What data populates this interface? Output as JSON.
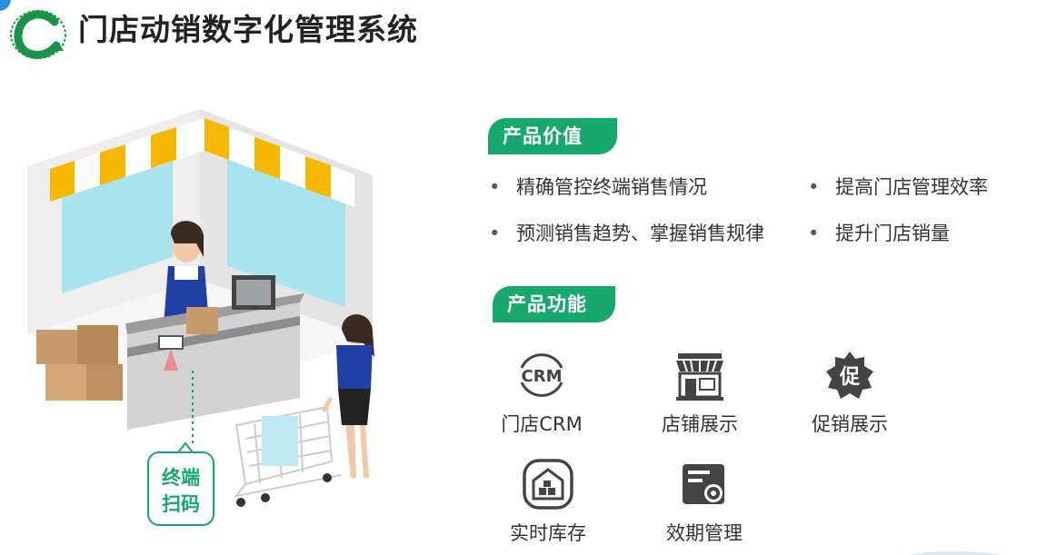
{
  "header": {
    "title": "门店动销数字化管理系统",
    "logo_icon": "green-c-logo-icon"
  },
  "scene": {
    "terminal_label": "终端\n扫码",
    "terminal_label_line1": "终端",
    "terminal_label_line2": "扫码"
  },
  "product_value": {
    "title": "产品价值",
    "items": [
      "精确管控终端销售情况",
      "提高门店管理效率",
      "预测销售趋势、掌握销售规律",
      "提升门店销量"
    ]
  },
  "product_functions": {
    "title": "产品功能",
    "items": [
      {
        "label": "门店CRM",
        "icon": "crm-icon",
        "icon_text": "CRM"
      },
      {
        "label": "店铺展示",
        "icon": "storefront-icon"
      },
      {
        "label": "促销展示",
        "icon": "promotion-icon",
        "icon_text": "促"
      },
      {
        "label": "实时库存",
        "icon": "warehouse-icon"
      },
      {
        "label": "效期管理",
        "icon": "expiry-settings-icon"
      }
    ]
  },
  "colors": {
    "accent_green": "#17a86e",
    "icon_dark": "#444444",
    "awning_yellow": "#f6b800"
  }
}
